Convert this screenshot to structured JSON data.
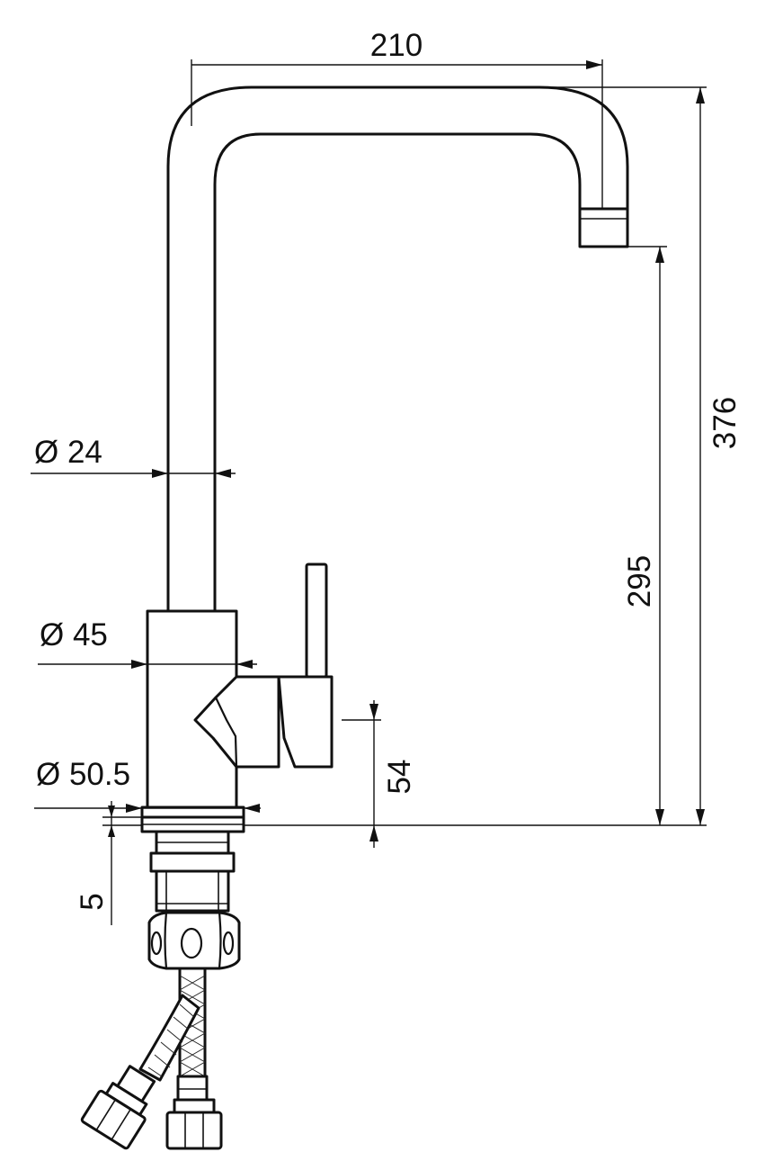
{
  "drawing": {
    "line_color": "#111111",
    "background": "#ffffff",
    "dimensions": {
      "spout_reach": "210",
      "total_height": "376",
      "outlet_height": "295",
      "spout_diameter": "Ø 24",
      "body_diameter": "Ø 45",
      "base_diameter": "Ø 50.5",
      "lever_height": "54",
      "base_ring": "5"
    }
  }
}
